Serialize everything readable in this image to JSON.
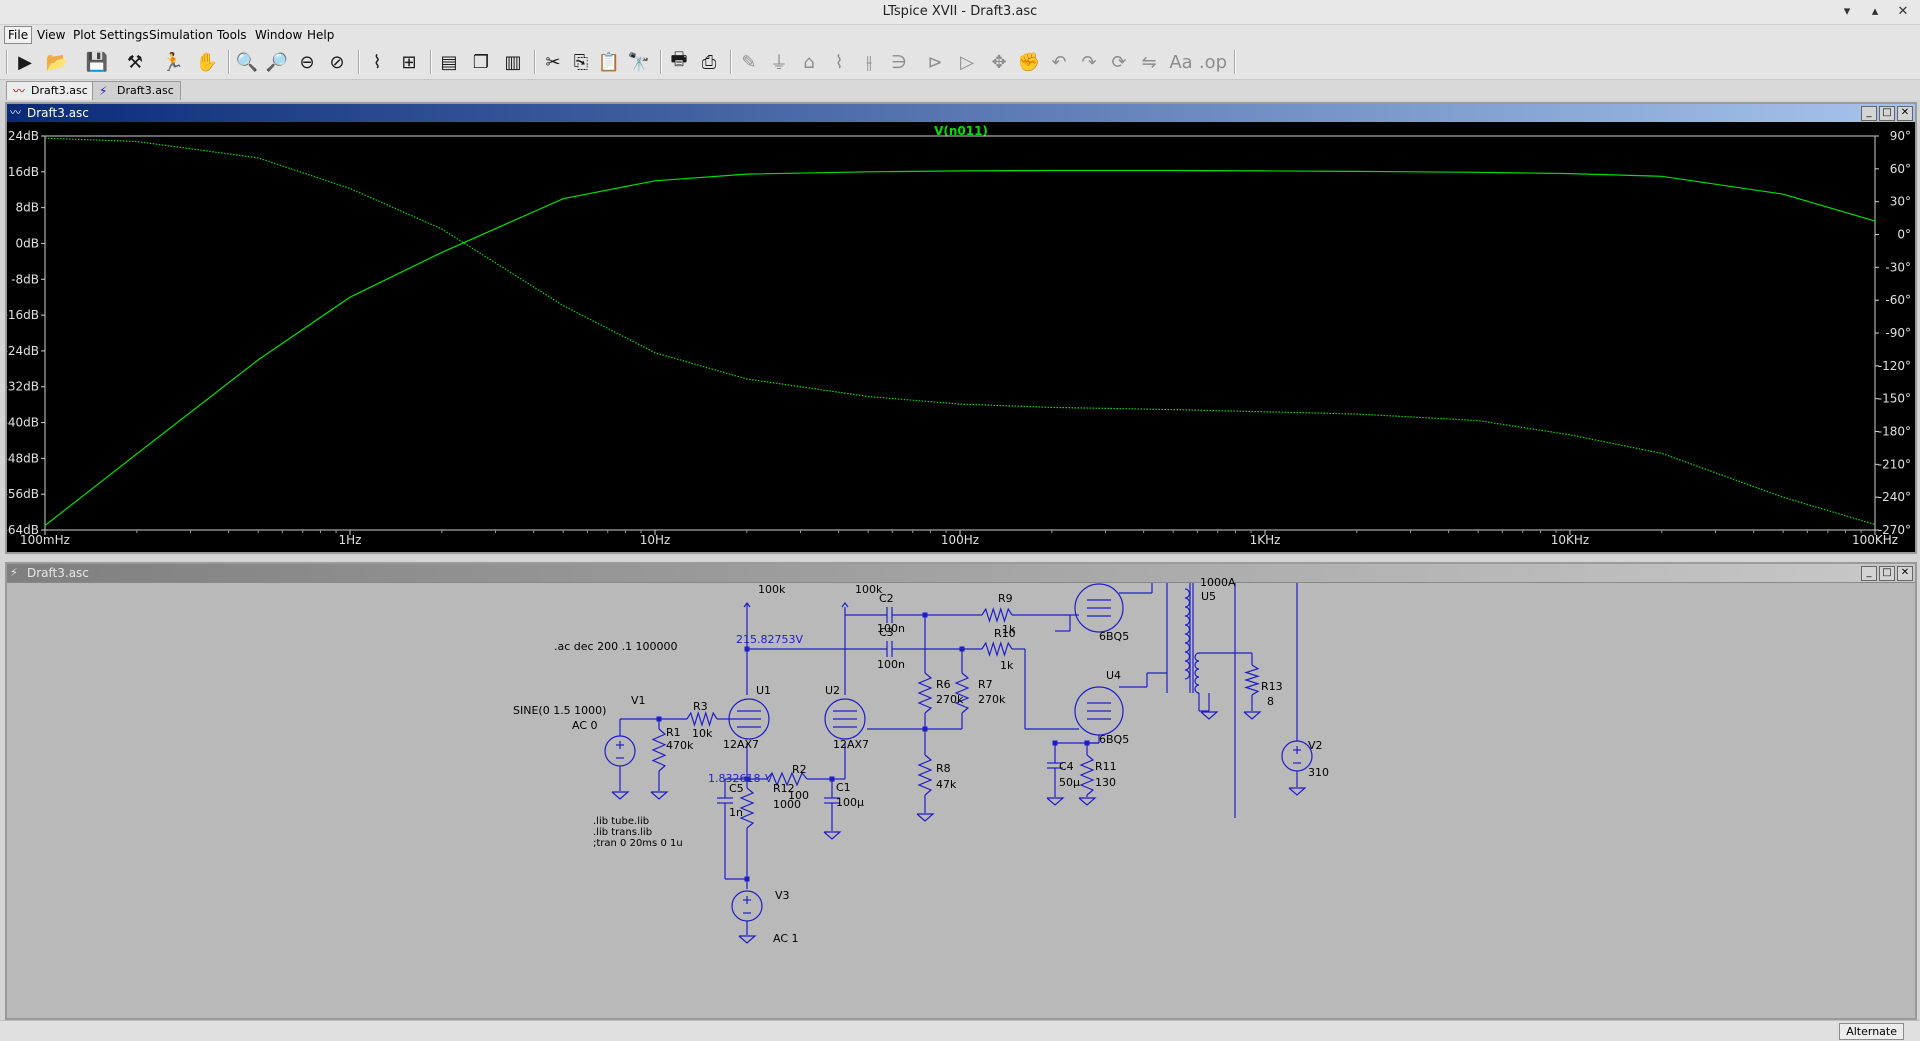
{
  "window": {
    "title": "LTspice XVII - Draft3.asc"
  },
  "menu": [
    "File",
    "View",
    "Plot Settings",
    "Simulation",
    "Tools",
    "Window",
    "Help"
  ],
  "toolbar_icons": [
    "run-icon",
    "open-icon",
    "save-icon",
    "control-panel-icon",
    "halt-icon",
    "pan-hand-icon",
    "zoom-in-icon",
    "zoom-out-icon",
    "zoom-back-icon",
    "zoom-fit-icon",
    "autoscale-icon",
    "clear-icon",
    "tile-horizontal-icon",
    "cascade-icon",
    "tile-vertical-icon",
    "cut-icon",
    "copy-icon",
    "paste-icon",
    "find-icon",
    "print-icon",
    "print-setup-icon",
    "wire-icon",
    "ground-icon",
    "label-icon",
    "resistor-icon",
    "capacitor-icon",
    "inductor-icon",
    "diode-icon",
    "component-icon",
    "move-icon",
    "drag-icon",
    "undo-icon",
    "redo-icon",
    "rotate-icon",
    "mirror-icon",
    "text-icon",
    "spice-directive-icon"
  ],
  "tabs": [
    {
      "label": "Draft3.asc",
      "icon": "waveform-icon"
    },
    {
      "label": "Draft3.asc",
      "icon": "schematic-icon"
    }
  ],
  "plot_window": {
    "title": "Draft3.asc",
    "trace_name": "V(n011)",
    "trace_color": "#00e000",
    "left_axis": [
      "24dB",
      "16dB",
      "8dB",
      "0dB",
      "-8dB",
      "-16dB",
      "-24dB",
      "-32dB",
      "-40dB",
      "-48dB",
      "-56dB",
      "-64dB"
    ],
    "right_axis": [
      "90°",
      "60°",
      "30°",
      "0°",
      "-30°",
      "-60°",
      "-90°",
      "-120°",
      "-150°",
      "-180°",
      "-210°",
      "-240°",
      "-270°"
    ],
    "x_axis": [
      "100mHz",
      "1Hz",
      "10Hz",
      "100Hz",
      "1KHz",
      "10KHz",
      "100KHz"
    ]
  },
  "chart_data": {
    "type": "line",
    "title": "V(n011)",
    "xlabel": "",
    "ylabel": "",
    "y2label": "",
    "x_scale": "log",
    "xlim": [
      0.1,
      100000
    ],
    "ylim": [
      -64,
      24
    ],
    "y2lim": [
      -270,
      90
    ],
    "grid": false,
    "x": [
      0.1,
      0.2,
      0.5,
      1,
      2,
      5,
      10,
      20,
      50,
      100,
      200,
      500,
      1000,
      2000,
      5000,
      10000,
      20000,
      50000,
      100000
    ],
    "series": [
      {
        "axis": "left",
        "values": [
          -63,
          -47,
          -26,
          -12,
          -2,
          10,
          14,
          15.5,
          16,
          16.2,
          16.3,
          16.3,
          16.2,
          16.1,
          15.9,
          15.6,
          15,
          11,
          5
        ]
      },
      {
        "axis": "right",
        "values": [
          88,
          85,
          70,
          42,
          5,
          -65,
          -108,
          -132,
          -148,
          -155,
          -158,
          -160,
          -162,
          -164,
          -170,
          -183,
          -200,
          -240,
          -265
        ]
      }
    ]
  },
  "schematic_window": {
    "title": "Draft3.asc",
    "wire_color": "#1e1ec8",
    "labels": [
      {
        "id": "ac-directive",
        "text": ".ac dec 200 .1 100000"
      },
      {
        "id": "v1-sine",
        "text": "SINE(0 1.5 1000)"
      },
      {
        "id": "v1-ac",
        "text": "AC 0"
      },
      {
        "id": "v1-name",
        "text": "V1"
      },
      {
        "id": "r1-name",
        "text": "R1"
      },
      {
        "id": "r1-val",
        "text": "470k"
      },
      {
        "id": "r3-name",
        "text": "R3"
      },
      {
        "id": "r3-val",
        "text": "10k"
      },
      {
        "id": "u1-name",
        "text": "U1"
      },
      {
        "id": "u1-type",
        "text": "12AX7"
      },
      {
        "id": "u2-name",
        "text": "U2"
      },
      {
        "id": "u2-type",
        "text": "12AX7"
      },
      {
        "id": "net-v-plate",
        "text": "215.82753V"
      },
      {
        "id": "net-v-cathode",
        "text": "1.832618"
      },
      {
        "id": "net-v-cathode-tail",
        "text": "V"
      },
      {
        "id": "r2-name",
        "text": "R2"
      },
      {
        "id": "r2-val",
        "text": "100"
      },
      {
        "id": "c5-name",
        "text": "C5"
      },
      {
        "id": "c5-val",
        "text": "1n"
      },
      {
        "id": "r12-name",
        "text": "R12"
      },
      {
        "id": "r12-val",
        "text": "1000"
      },
      {
        "id": "c1-name",
        "text": "C1"
      },
      {
        "id": "c1-val",
        "text": "100µ"
      },
      {
        "id": "load-left",
        "text": "100k"
      },
      {
        "id": "load-right",
        "text": "100k"
      },
      {
        "id": "c2-name",
        "text": "C2"
      },
      {
        "id": "c2-val",
        "text": "100n"
      },
      {
        "id": "c3-name",
        "text": "C3"
      },
      {
        "id": "c3-val",
        "text": "100n"
      },
      {
        "id": "r6-name",
        "text": "R6"
      },
      {
        "id": "r6-val",
        "text": "270k"
      },
      {
        "id": "r7-name",
        "text": "R7"
      },
      {
        "id": "r7-val",
        "text": "270k"
      },
      {
        "id": "r8-name",
        "text": "R8"
      },
      {
        "id": "r8-val",
        "text": "47k"
      },
      {
        "id": "r9-name",
        "text": "R9"
      },
      {
        "id": "r9-val",
        "text": "1k"
      },
      {
        "id": "r10-name",
        "text": "R10"
      },
      {
        "id": "r10-val",
        "text": "1k"
      },
      {
        "id": "u3-type",
        "text": "6BQ5"
      },
      {
        "id": "u4-name",
        "text": "U4"
      },
      {
        "id": "u4-type",
        "text": "6BQ5"
      },
      {
        "id": "c4-name",
        "text": "C4"
      },
      {
        "id": "c4-val",
        "text": "50µ"
      },
      {
        "id": "r11-name",
        "text": "R11"
      },
      {
        "id": "r11-val",
        "text": "130"
      },
      {
        "id": "xfmr-val",
        "text": "1000A"
      },
      {
        "id": "u5-name",
        "text": "U5"
      },
      {
        "id": "r13-name",
        "text": "R13"
      },
      {
        "id": "r13-val",
        "text": "8"
      },
      {
        "id": "v2-name",
        "text": "V2"
      },
      {
        "id": "v2-val",
        "text": "310"
      },
      {
        "id": "v3-name",
        "text": "V3"
      },
      {
        "id": "v3-val",
        "text": "AC 1"
      },
      {
        "id": "lib1",
        "text": ".lib tube.lib"
      },
      {
        "id": "lib2",
        "text": ".lib trans.lib"
      },
      {
        "id": "tran",
        "text": ";tran 0 20ms 0 1u"
      }
    ]
  },
  "status": {
    "mode": "Alternate"
  }
}
